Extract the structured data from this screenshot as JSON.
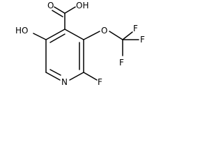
{
  "molecule": {
    "atoms": {
      "carboxyl_oh": "OH",
      "carbonyl_o": "O",
      "hydroxy": "HO",
      "ether_o": "O",
      "cf3_f_top": "F",
      "cf3_f_right": "F",
      "cf3_f_bottom": "F",
      "ring_n": "N",
      "ring_f": "F"
    }
  }
}
